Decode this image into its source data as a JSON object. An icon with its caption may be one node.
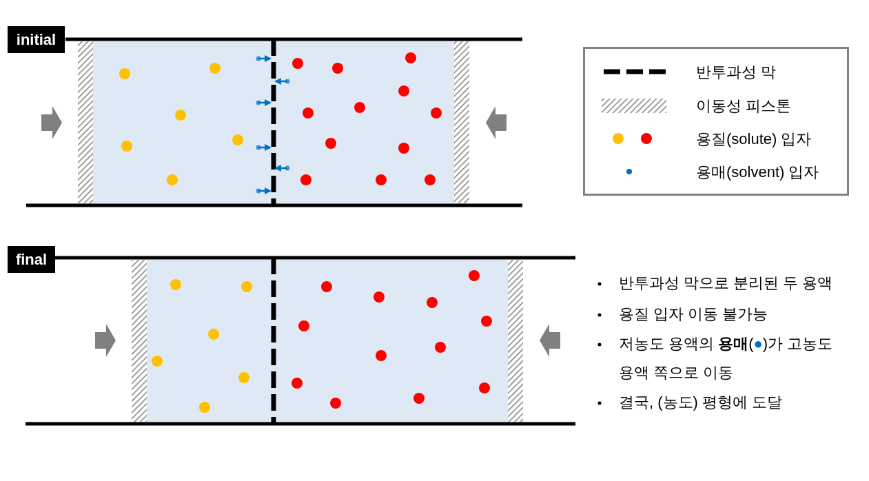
{
  "diagram": {
    "nodes": [
      {
        "text": [
          "initial"
        ]
      },
      {
        "text": [
          "final"
        ]
      }
    ],
    "edges": [],
    "labels": [
      "반투과성 막으로 분리된 두 용액",
      "용질 입자 이동 불가능",
      "저농도 용액의 **용매**(●)가 고농도 용액 쪽으로 이동",
      "결국, (농도) 평형에 도달"
    ],
    "legend": [
      {
        "text": "반투과성 막"
      },
      {
        "text": "이동성 피스톤"
      },
      {
        "text": "용질(solute) 입자"
      },
      {
        "text": "용매(solvent) 입자",
        "color": "#0070c0"
      }
    ]
  }
}
